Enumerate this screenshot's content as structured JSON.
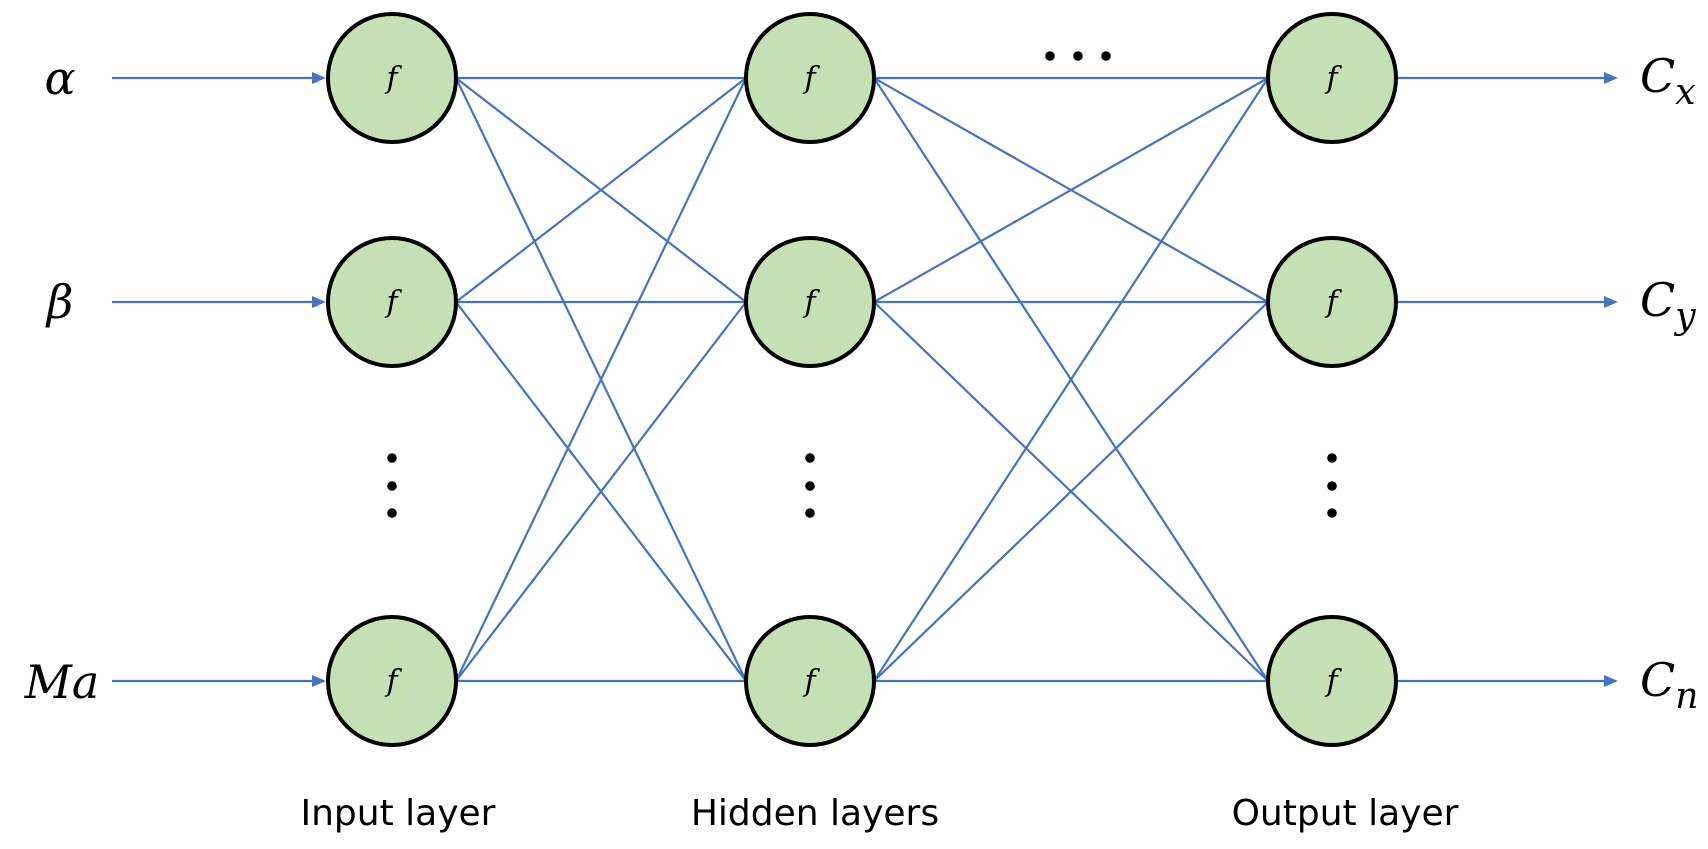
{
  "diagram": {
    "neuron_symbol": "f",
    "inputs": [
      {
        "main": "α",
        "sub": ""
      },
      {
        "main": "β",
        "sub": ""
      },
      {
        "main": "Ma",
        "sub": ""
      }
    ],
    "outputs": [
      {
        "main": "C",
        "sub": "x"
      },
      {
        "main": "C",
        "sub": "y"
      },
      {
        "main": "C",
        "sub": "n"
      }
    ],
    "layer_labels": {
      "input": "Input layer",
      "hidden": "Hidden layers",
      "output": "Output layer"
    },
    "colors": {
      "connection": "#4472c4",
      "neuron_fill": "#c5e0b4",
      "neuron_stroke": "#000000"
    }
  }
}
